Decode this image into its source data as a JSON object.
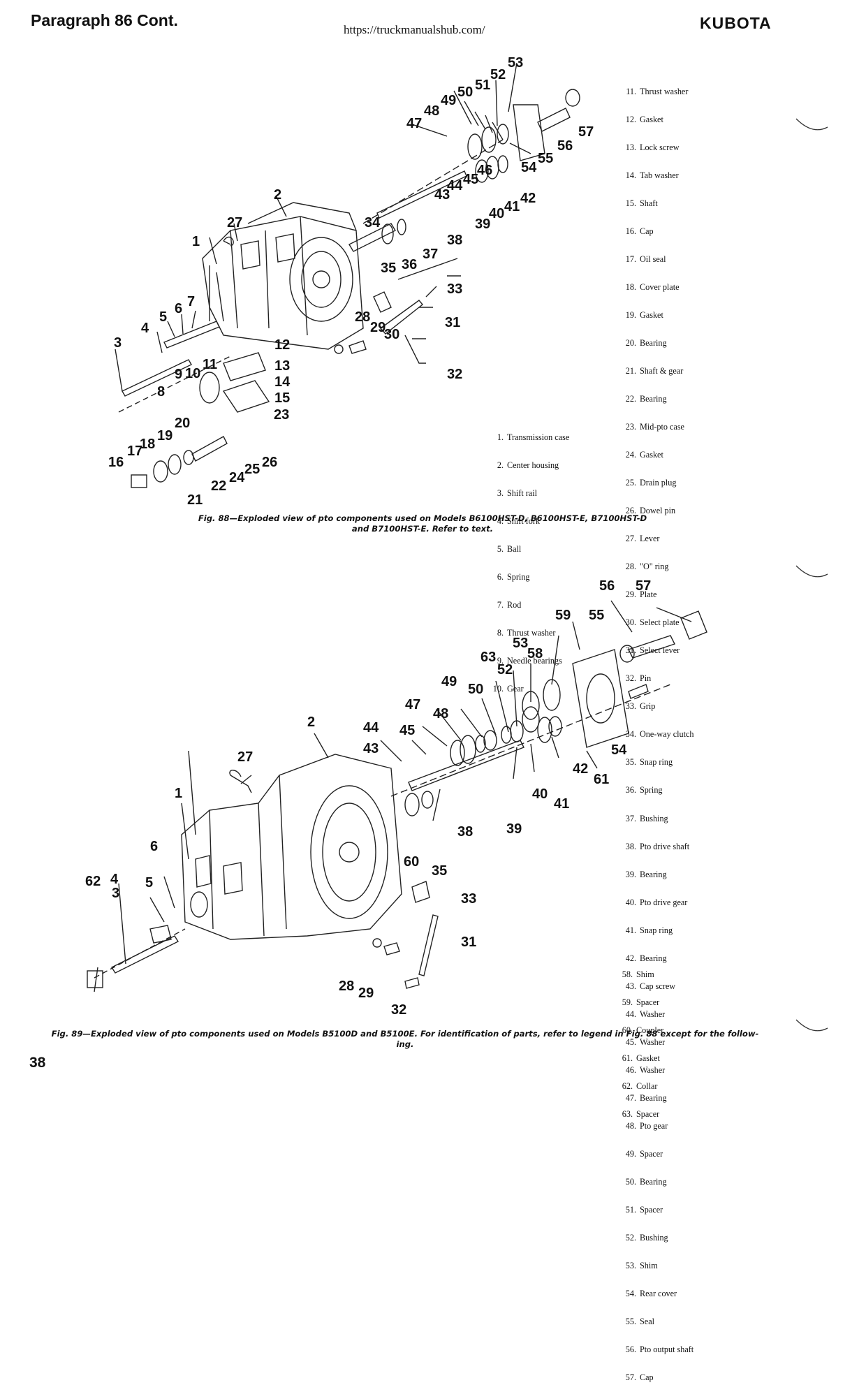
{
  "header": {
    "section": "Paragraph 86 Cont.",
    "url": "https://truckmanualshub.com/",
    "brand": "KUBOTA"
  },
  "fig88": {
    "legend_left": [
      {
        "n": "1.",
        "t": "Transmission case"
      },
      {
        "n": "2.",
        "t": "Center housing"
      },
      {
        "n": "3.",
        "t": "Shift rail"
      },
      {
        "n": "4.",
        "t": "Shift fork"
      },
      {
        "n": "5.",
        "t": "Ball"
      },
      {
        "n": "6.",
        "t": "Spring"
      },
      {
        "n": "7.",
        "t": "Rod"
      },
      {
        "n": "8.",
        "t": "Thrust washer"
      },
      {
        "n": "9.",
        "t": "Needle bearings"
      },
      {
        "n": "10.",
        "t": "Gear"
      }
    ],
    "legend_right": [
      {
        "n": "11.",
        "t": "Thrust washer"
      },
      {
        "n": "12.",
        "t": "Gasket"
      },
      {
        "n": "13.",
        "t": "Lock screw"
      },
      {
        "n": "14.",
        "t": "Tab washer"
      },
      {
        "n": "15.",
        "t": "Shaft"
      },
      {
        "n": "16.",
        "t": "Cap"
      },
      {
        "n": "17.",
        "t": "Oil seal"
      },
      {
        "n": "18.",
        "t": "Cover plate"
      },
      {
        "n": "19.",
        "t": "Gasket"
      },
      {
        "n": "20.",
        "t": "Bearing"
      },
      {
        "n": "21.",
        "t": "Shaft & gear"
      },
      {
        "n": "22.",
        "t": "Bearing"
      },
      {
        "n": "23.",
        "t": "Mid-pto case"
      },
      {
        "n": "24.",
        "t": "Gasket"
      },
      {
        "n": "25.",
        "t": "Drain plug"
      },
      {
        "n": "26.",
        "t": "Dowel pin"
      },
      {
        "n": "27.",
        "t": "Lever"
      },
      {
        "n": "28.",
        "t": "\"O\" ring"
      },
      {
        "n": "29.",
        "t": "Plate"
      },
      {
        "n": "30.",
        "t": "Select plate"
      },
      {
        "n": "31.",
        "t": "Select lever"
      },
      {
        "n": "32.",
        "t": "Pin"
      },
      {
        "n": "33.",
        "t": "Grip"
      },
      {
        "n": "34.",
        "t": "One-way clutch"
      },
      {
        "n": "35.",
        "t": "Snap ring"
      },
      {
        "n": "36.",
        "t": "Spring"
      },
      {
        "n": "37.",
        "t": "Bushing"
      },
      {
        "n": "38.",
        "t": "Pto drive shaft"
      },
      {
        "n": "39.",
        "t": "Bearing"
      },
      {
        "n": "40.",
        "t": "Pto drive gear"
      },
      {
        "n": "41.",
        "t": "Snap ring"
      },
      {
        "n": "42.",
        "t": "Bearing"
      },
      {
        "n": "43.",
        "t": "Cap screw"
      },
      {
        "n": "44.",
        "t": "Washer"
      },
      {
        "n": "45.",
        "t": "Washer"
      },
      {
        "n": "46.",
        "t": "Washer"
      },
      {
        "n": "47.",
        "t": "Bearing"
      },
      {
        "n": "48.",
        "t": "Pto gear"
      },
      {
        "n": "49.",
        "t": "Spacer"
      },
      {
        "n": "50.",
        "t": "Bearing"
      },
      {
        "n": "51.",
        "t": "Spacer"
      },
      {
        "n": "52.",
        "t": "Bushing"
      },
      {
        "n": "53.",
        "t": "Shim"
      },
      {
        "n": "54.",
        "t": "Rear cover"
      },
      {
        "n": "55.",
        "t": "Seal"
      },
      {
        "n": "56.",
        "t": "Pto output shaft"
      },
      {
        "n": "57.",
        "t": "Cap"
      }
    ],
    "caption_line1": "Fig. 88—Exploded view of pto components used on Models B6100HST-D, B6100HST-E, B7100HST-D",
    "caption_line2": "and B7100HST-E. Refer to text.",
    "callouts": [
      "1",
      "2",
      "3",
      "4",
      "5",
      "6",
      "7",
      "8",
      "9",
      "10",
      "11",
      "12",
      "13",
      "14",
      "15",
      "16",
      "17",
      "18",
      "19",
      "20",
      "21",
      "22",
      "23",
      "24",
      "25",
      "26",
      "27",
      "28",
      "29",
      "30",
      "31",
      "32",
      "33",
      "34",
      "35",
      "36",
      "37",
      "38",
      "39",
      "40",
      "41",
      "42",
      "43",
      "44",
      "45",
      "46",
      "47",
      "48",
      "49",
      "50",
      "51",
      "52",
      "53",
      "54",
      "55",
      "56",
      "57"
    ]
  },
  "fig89": {
    "legend": [
      {
        "n": "58.",
        "t": "Shim"
      },
      {
        "n": "59.",
        "t": "Spacer"
      },
      {
        "n": "60.",
        "t": "Coupler"
      },
      {
        "n": "61.",
        "t": "Gasket"
      },
      {
        "n": "62.",
        "t": "Collar"
      },
      {
        "n": "63.",
        "t": "Spacer"
      }
    ],
    "caption_line1": "Fig. 89—Exploded view of pto components used on Models B5100D and B5100E. For identification of parts, refer to legend in Fig. 88 except for the follow-",
    "caption_line2": "ing.",
    "callouts": [
      "1",
      "2",
      "3",
      "4",
      "5",
      "6",
      "27",
      "28",
      "29",
      "31",
      "32",
      "33",
      "35",
      "38",
      "39",
      "40",
      "41",
      "42",
      "43",
      "44",
      "45",
      "47",
      "48",
      "49",
      "50",
      "52",
      "53",
      "54",
      "55",
      "56",
      "57",
      "58",
      "59",
      "60",
      "61",
      "62",
      "63"
    ]
  },
  "footer": {
    "page_number": "38"
  }
}
